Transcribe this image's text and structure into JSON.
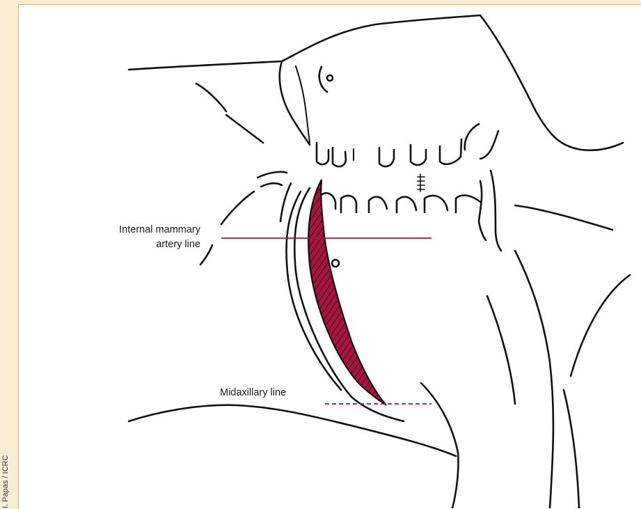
{
  "figure": {
    "credit": "I. Papas / ICRC",
    "labels": {
      "internal_mammary": [
        "Internal mammary",
        "artery line"
      ],
      "midaxillary": "Midaxillary line"
    },
    "colors": {
      "incision": "#a3163f",
      "line_ink": "#111111",
      "background": "#f8ecd5"
    }
  }
}
